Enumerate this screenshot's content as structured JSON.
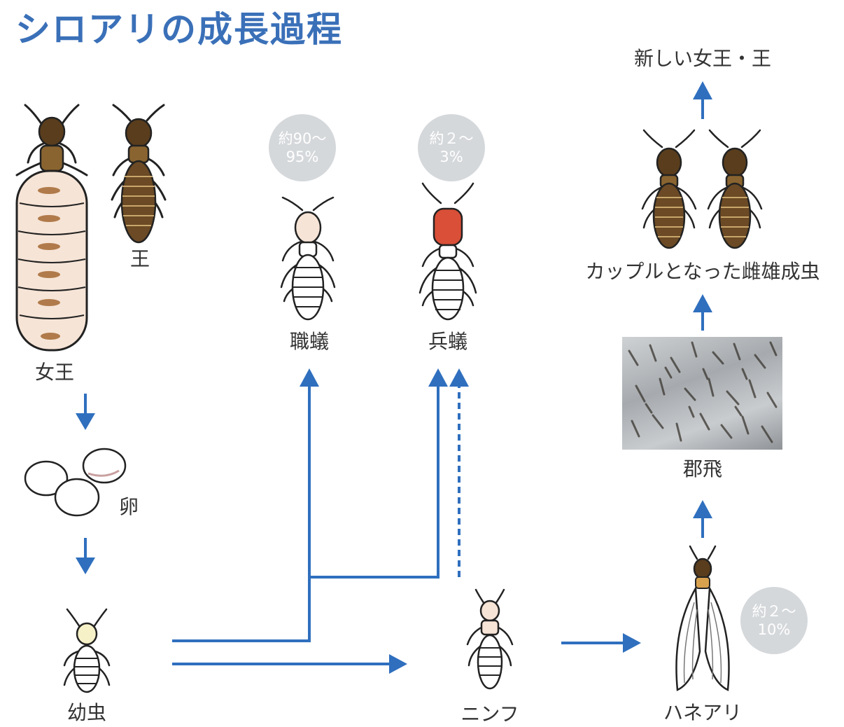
{
  "title": "シロアリの成長過程",
  "labels": {
    "queen": "女王",
    "king": "王",
    "egg": "卵",
    "larva": "幼虫",
    "worker": "職蟻",
    "soldier": "兵蟻",
    "nymph": "ニンフ",
    "alate": "ハネアリ",
    "swarming": "郡飛",
    "couple": "カップルとなった雌雄成虫",
    "new_royals": "新しい女王・王"
  },
  "badges": {
    "worker": {
      "line1": "約90～",
      "line2": "95%"
    },
    "soldier": {
      "line1": "約２～",
      "line2": "3%"
    },
    "alate": {
      "line1": "約２～",
      "line2": "10%"
    }
  },
  "colors": {
    "title": "#3a70b8",
    "arrow": "#2f6fbe",
    "badge": "#d5d8db",
    "termite_pale": "#f6e4d6",
    "termite_brown": "#6b4a25",
    "soldier_head": "#d94f37"
  }
}
